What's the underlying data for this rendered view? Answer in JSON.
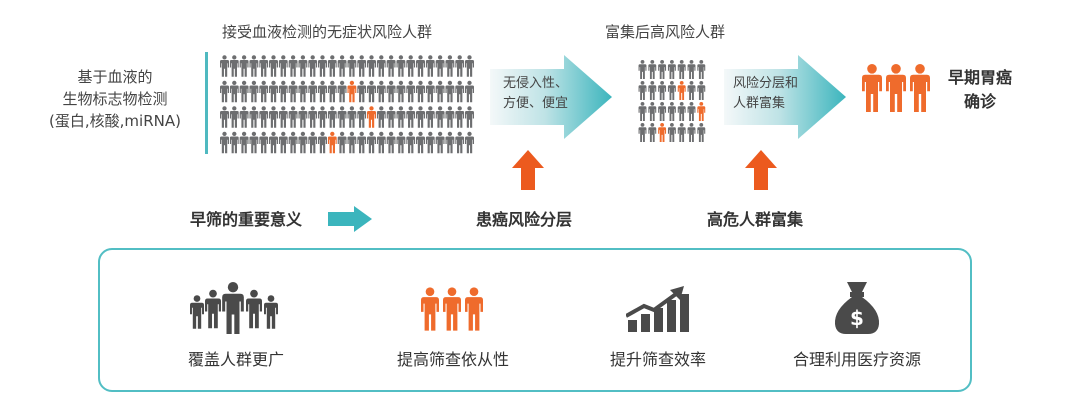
{
  "colors": {
    "person_gray": "#6d6e70",
    "person_orange": "#ef6b2c",
    "teal": "#4fb9c0",
    "arrow_start": "#f1f6f7",
    "arrow_end": "#3db6be",
    "orange_arrow": "#ec5a1e",
    "dark_icon": "#4a4a4a"
  },
  "top": {
    "left_label": [
      "基于血液的",
      "生物标志物检测",
      "(蛋白,核酸,miRNA)"
    ],
    "group1_title": "接受血液检测的无症状风险人群",
    "arrow1_text": [
      "无侵入性、",
      "方便、便宜"
    ],
    "group2_title": "富集后高风险人群",
    "arrow2_text": [
      "风险分层和",
      "人群富集"
    ],
    "result_label": [
      "早期胃癌",
      "确诊"
    ]
  },
  "middle": {
    "significance": "早筛的重要意义",
    "stratify": "患癌风险分层",
    "enrich": "高危人群富集"
  },
  "benefits": [
    {
      "label": "覆盖人群更广",
      "icon": "crowd-icon"
    },
    {
      "label": "提高筛查依从性",
      "icon": "orange-people-icon"
    },
    {
      "label": "提升筛查效率",
      "icon": "growth-chart-icon"
    },
    {
      "label": "合理利用医疗资源",
      "icon": "money-bag-icon"
    }
  ]
}
